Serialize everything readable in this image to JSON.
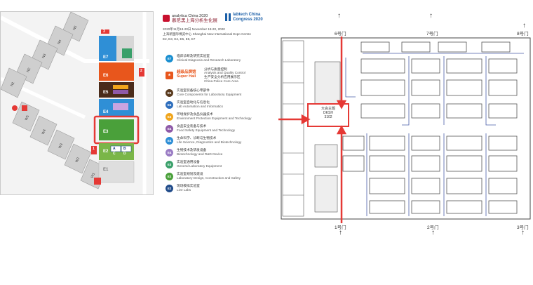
{
  "sitemap": {
    "halls": [
      {
        "code": "E7",
        "color": "#2f8fd6"
      },
      {
        "code": "E6",
        "color": "#e8561c"
      },
      {
        "code": "E5",
        "color": "#4a2b1a"
      },
      {
        "code": "E4",
        "color": "#2f8fd6"
      },
      {
        "code": "E3",
        "color": "#4aa03a"
      },
      {
        "code": "E2",
        "color": "#7ab648"
      },
      {
        "code": "E1",
        "color": "#d9d9d9"
      }
    ],
    "west_halls": [
      "N5",
      "N4",
      "N3",
      "N2",
      "N1",
      "W5",
      "W4",
      "W3",
      "W2",
      "W1"
    ],
    "gate_marks": [
      "1",
      "2",
      "3"
    ],
    "sub_labels": {
      "e2a": "A",
      "e2b": "B",
      "e2c": "C",
      "e2d": "D"
    }
  },
  "legend": {
    "brand_cn": "慕尼黑上海分析生化展",
    "brand_en": "analytica China 2020",
    "brand2_en": "labtech China",
    "brand2_sub": "Congress 2020",
    "date_cn": "2020年11月18-20日",
    "date_en": "November 18-20, 2020",
    "venue_cn": "上海新国际博览中心",
    "venue_en": "Shanghai New International Expo Centre",
    "halls_line": "E2, E3, E4, E5, E6, E7",
    "items": [
      {
        "badge": "E7",
        "color": "#1a8fd0",
        "cn": "临床诊断及研究实验室",
        "en": "Clinical Diagnosis and Research Laboratory"
      },
      {
        "badge": "",
        "color": "#e8561c",
        "cn": "超级品牌馆",
        "en": "Super Hall",
        "extra_cn": "分析与质量控制",
        "extra_en": "Analysis and Quality Control",
        "extra2_cn": "生产安全分析应用展示区",
        "extra2_en": "China Police Core Area"
      },
      {
        "badge": "E5",
        "color": "#5a3b1e",
        "cn": "实验室装备核心零部件",
        "en": "Core Components for Laboratory Equipment"
      },
      {
        "badge": "E5",
        "color": "#2f6fbd",
        "cn": "实验室自动化与信息化",
        "en": "Lab Automation and Informatics"
      },
      {
        "badge": "E3",
        "color": "#f0a51c",
        "cn": "环境保护及食品仪器技术",
        "en": "Environment Protection Equipment and Technology"
      },
      {
        "badge": "E4",
        "color": "#8e5aa8",
        "cn": "食品安全装备与技术",
        "en": "Food Safety Equipment and Technology"
      },
      {
        "badge": "E4",
        "color": "#2f8fd6",
        "cn": "生命科学、诊断与生物技术",
        "en": "Life Science, Diagnostics and Biotechnology"
      },
      {
        "badge": "E4",
        "color": "#9a7cc4",
        "cn": "生物技术及研发设备",
        "en": "Biotechnology and R&D Device"
      },
      {
        "badge": "E3",
        "color": "#3aa06a",
        "cn": "实验室通用设备",
        "en": "General Laboratory Equipment"
      },
      {
        "badge": "E2",
        "color": "#4aa03a",
        "cn": "实验室规划及建设",
        "en": "Laboratory Design, Construction and Safety"
      },
      {
        "badge": "E2",
        "color": "#214c8a",
        "cn": "现场模拟实验室",
        "en": "Live Labs"
      }
    ]
  },
  "floorplan": {
    "top_gates": [
      "6号门",
      "7号门",
      "8号门"
    ],
    "bottom_gates": [
      "1号门",
      "2号门",
      "3号门"
    ],
    "booth_cn": "大会主题",
    "booth_en": "DKSH",
    "booth_sub": "3102",
    "highlight_color": "#e53935"
  }
}
